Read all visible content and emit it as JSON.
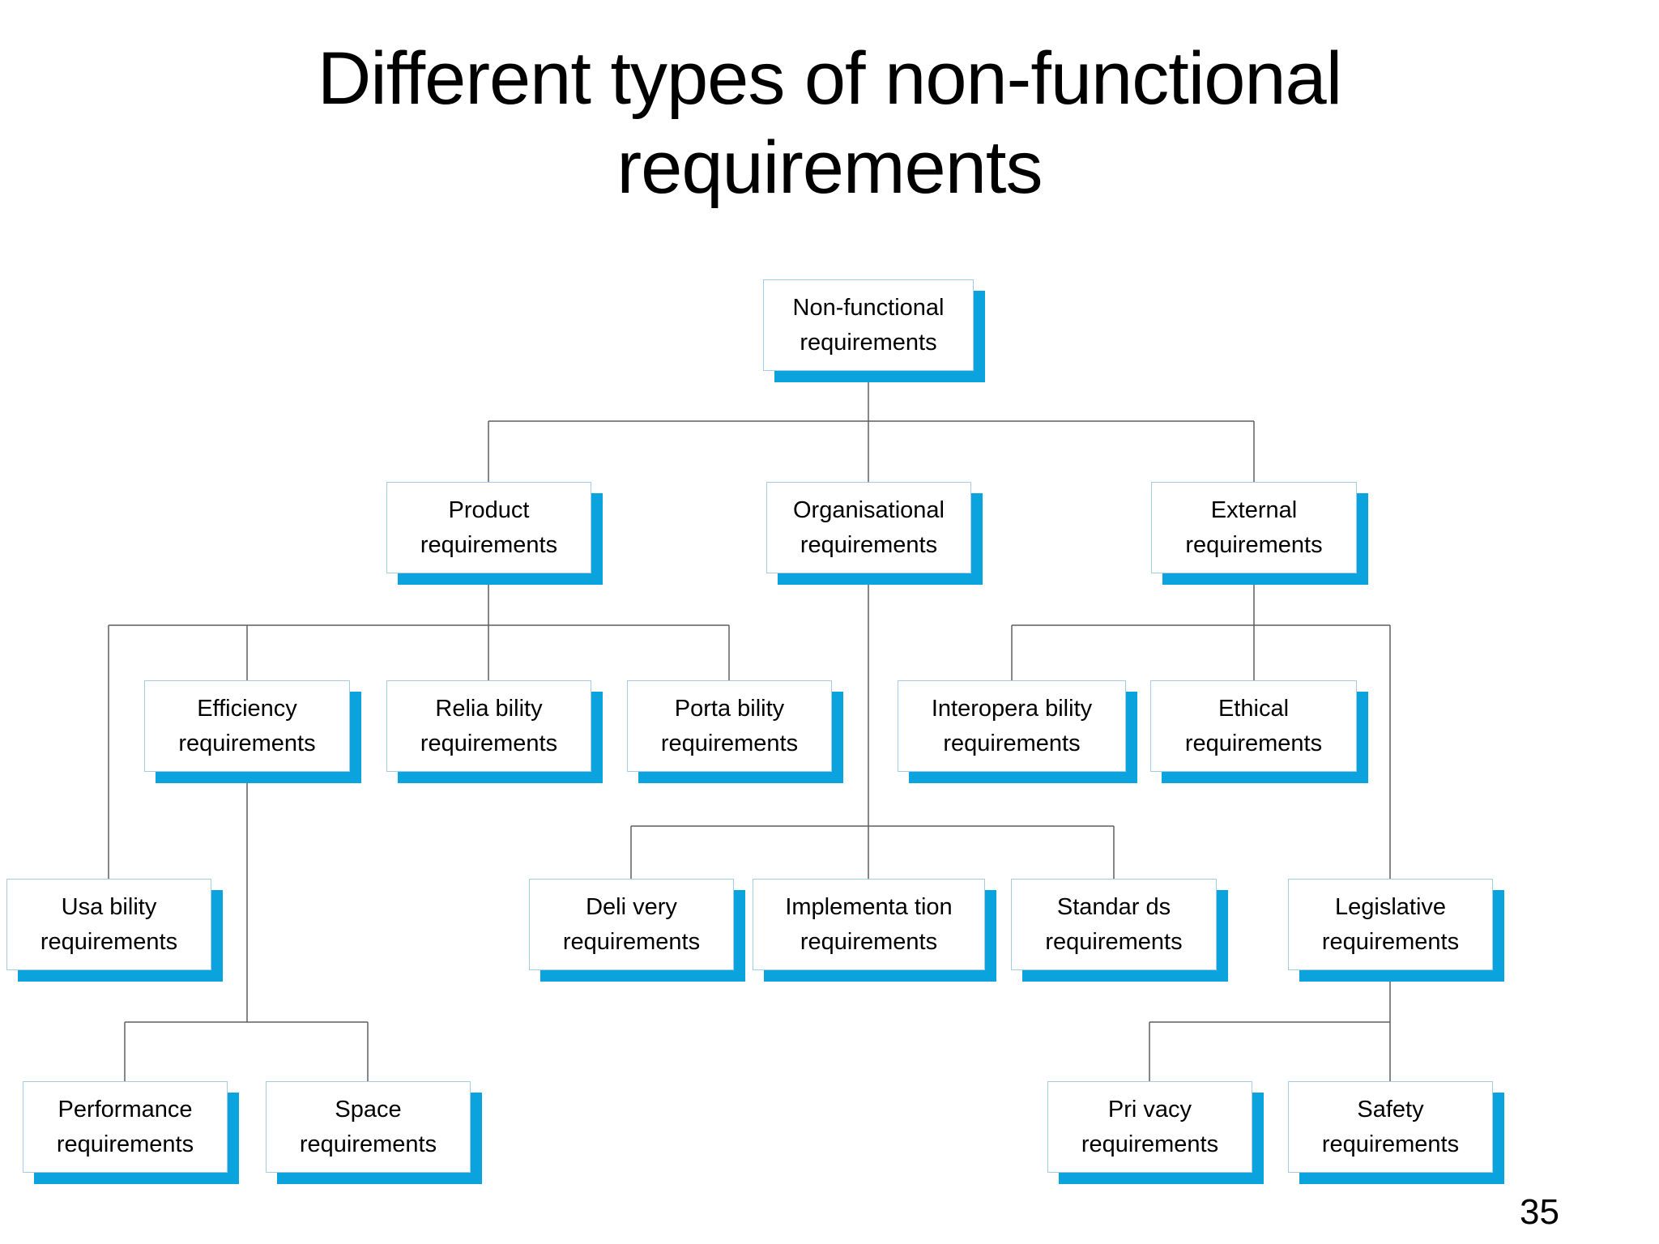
{
  "title": {
    "line1": "Different types of non-functional",
    "line2": "requirements"
  },
  "page_number": "35",
  "colors": {
    "box_shadow": "#0aa3de",
    "box_border": "#a5cbe5",
    "box_fill": "#ffffff",
    "connector_line": "#5f5f5f",
    "text": "#000000",
    "background": "#ffffff"
  },
  "nodes": {
    "nonfunctional": {
      "line1": "Non-functional",
      "line2": "requirements"
    },
    "product": {
      "line1": "Product",
      "line2": "requirements"
    },
    "organisational": {
      "line1": "Organisational",
      "line2": "requirements"
    },
    "external": {
      "line1": "External",
      "line2": "requirements"
    },
    "efficiency": {
      "line1": "Efficiency",
      "line2": "requirements"
    },
    "reliability": {
      "line1": "Relia bility",
      "line2": "requirements"
    },
    "portability": {
      "line1": "Porta bility",
      "line2": "requirements"
    },
    "interoperability": {
      "line1": "Interopera bility",
      "line2": "requirements"
    },
    "ethical": {
      "line1": "Ethical",
      "line2": "requirements"
    },
    "usability": {
      "line1": "Usa bility",
      "line2": "requirements"
    },
    "delivery": {
      "line1": "Deli very",
      "line2": "requirements"
    },
    "implementation": {
      "line1": "Implementa tion",
      "line2": "requirements"
    },
    "standards": {
      "line1": "Standar ds",
      "line2": "requirements"
    },
    "legislative": {
      "line1": "Legislative",
      "line2": "requirements"
    },
    "performance": {
      "line1": "Performance",
      "line2": "requirements"
    },
    "space": {
      "line1": "Space",
      "line2": "requirements"
    },
    "privacy": {
      "line1": "Pri vacy",
      "line2": "requirements"
    },
    "safety": {
      "line1": "Safety",
      "line2": "requirements"
    }
  },
  "edges": [
    [
      "nonfunctional",
      "product"
    ],
    [
      "nonfunctional",
      "organisational"
    ],
    [
      "nonfunctional",
      "external"
    ],
    [
      "product",
      "usability"
    ],
    [
      "product",
      "efficiency"
    ],
    [
      "product",
      "reliability"
    ],
    [
      "product",
      "portability"
    ],
    [
      "efficiency",
      "performance"
    ],
    [
      "efficiency",
      "space"
    ],
    [
      "organisational",
      "delivery"
    ],
    [
      "organisational",
      "implementation"
    ],
    [
      "organisational",
      "standards"
    ],
    [
      "external",
      "interoperability"
    ],
    [
      "external",
      "ethical"
    ],
    [
      "external",
      "legislative"
    ],
    [
      "legislative",
      "privacy"
    ],
    [
      "legislative",
      "safety"
    ]
  ]
}
